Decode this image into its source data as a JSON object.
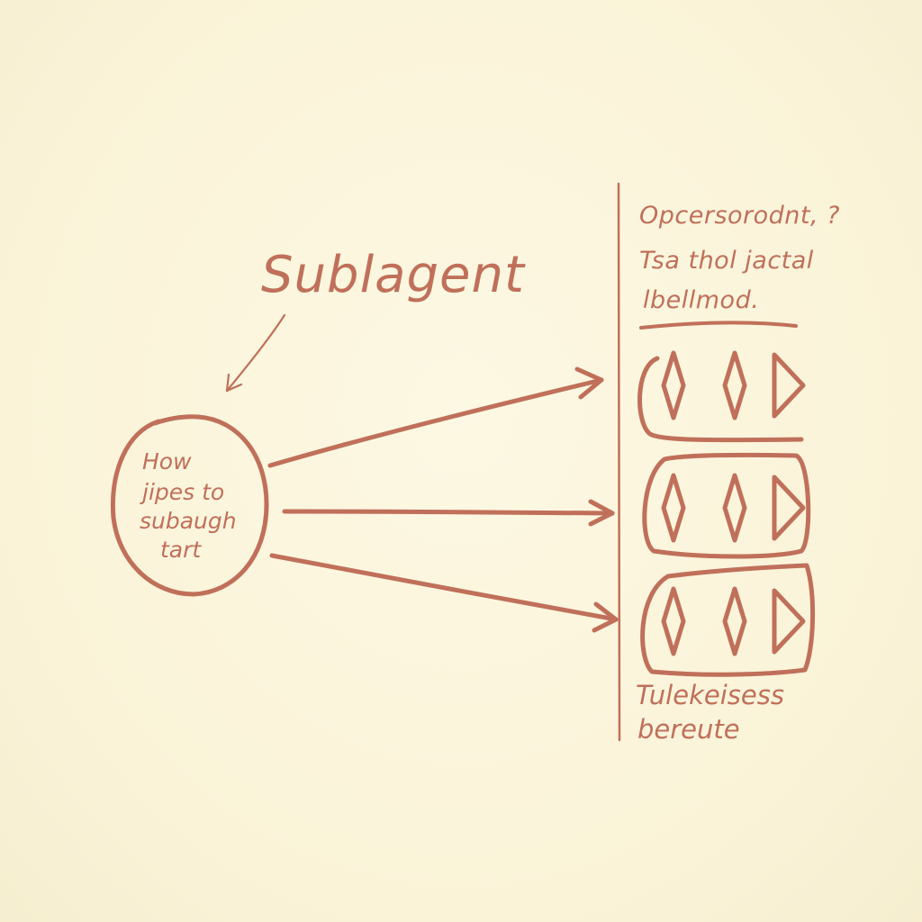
{
  "colors": {
    "ink": "#c0705a",
    "background": "#fbf5dc"
  },
  "title": "Sublagent",
  "circle": {
    "lines": [
      "How",
      "jipes to",
      "subaugh",
      "tart"
    ]
  },
  "notes": {
    "lines": [
      "Opcersorodnt, ?",
      "Tsa thol jactal",
      "lbellmod."
    ]
  },
  "footer": {
    "lines": [
      "Tulekeisess",
      "bereute"
    ]
  },
  "boxes": [
    {
      "symbols": [
        "diamond",
        "diamond",
        "triangle"
      ]
    },
    {
      "symbols": [
        "diamond",
        "diamond",
        "triangle"
      ]
    },
    {
      "symbols": [
        "diamond",
        "diamond",
        "triangle"
      ]
    }
  ]
}
